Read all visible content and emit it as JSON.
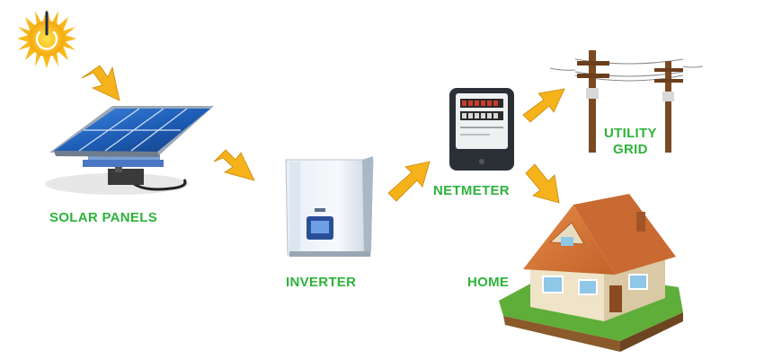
{
  "diagram": {
    "components": {
      "solar_panels": {
        "label": "SOLAR PANELS"
      },
      "inverter": {
        "label": "INVERTER"
      },
      "netmeter": {
        "label": "NETMETER"
      },
      "utility_grid": {
        "label_line1": "UTILITY",
        "label_line2": "GRID"
      },
      "home": {
        "label": "HOME"
      }
    },
    "colors": {
      "label_green": "#2db33a",
      "arrow_yellow": "#f5b21a",
      "sun_yellow": "#f7c21a",
      "panel_blue": "#1f5fb8",
      "roof_orange": "#d9773a",
      "grass_green": "#5fae3a",
      "pole_brown": "#7a4a22"
    }
  }
}
